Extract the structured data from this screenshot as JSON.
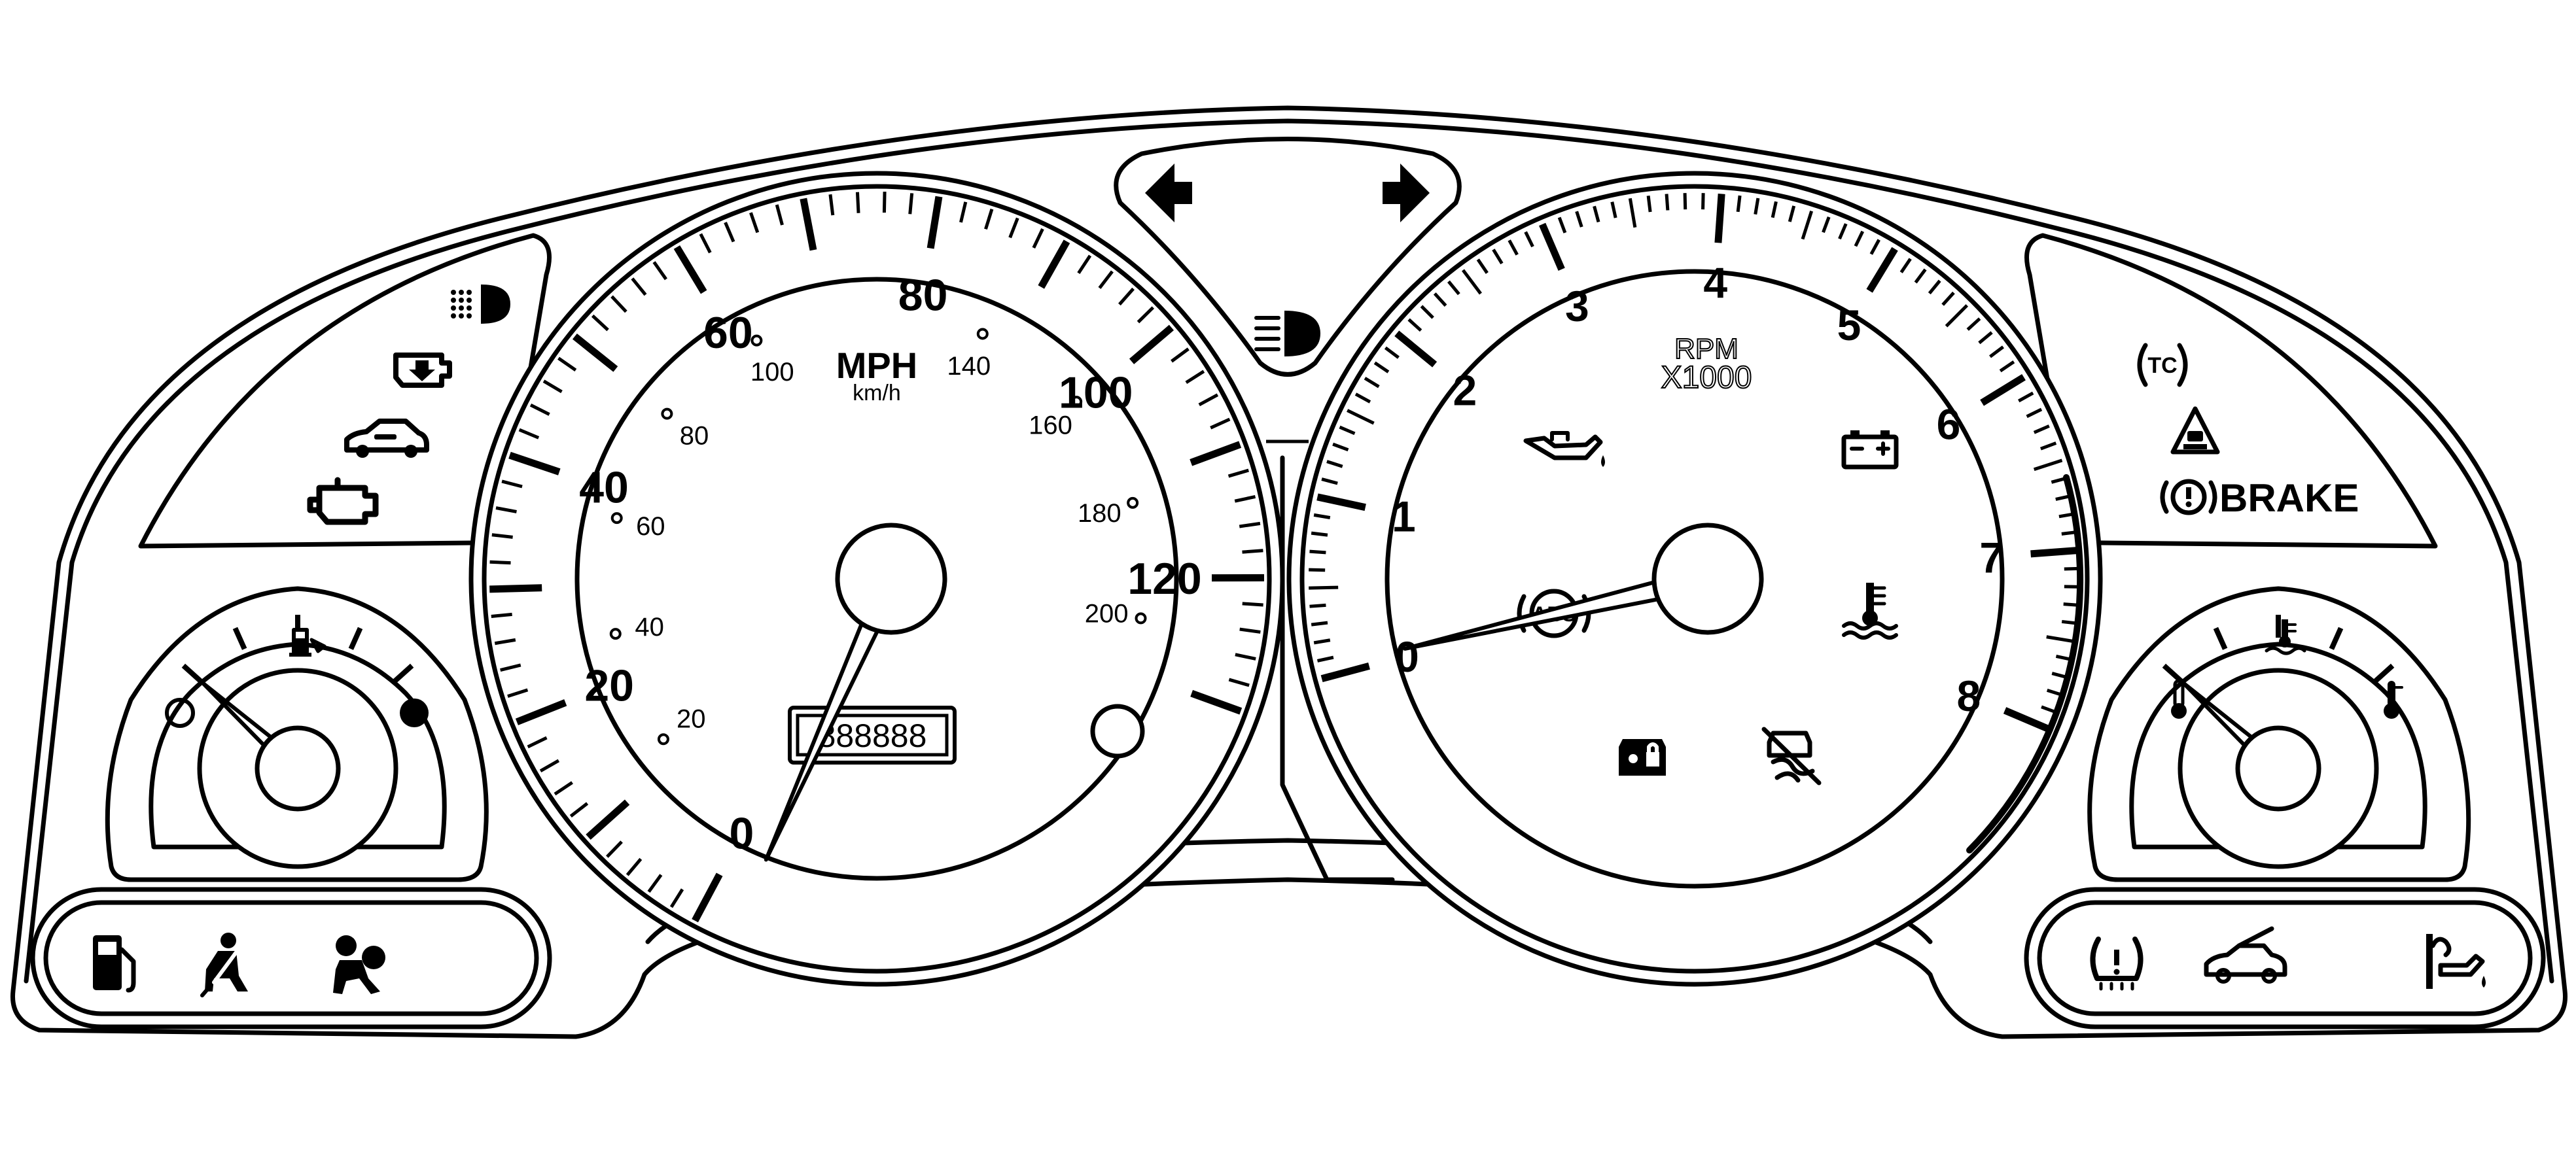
{
  "speedometer": {
    "unit_primary": "MPH",
    "unit_secondary": "km/h",
    "mph_labels": [
      "0",
      "20",
      "40",
      "60",
      "80",
      "100",
      "120"
    ],
    "kmh_labels": [
      "20",
      "40",
      "60",
      "80",
      "100",
      "140",
      "160",
      "180",
      "200"
    ],
    "odometer": "888888",
    "mph_max": 130,
    "needle_mph": 0
  },
  "tachometer": {
    "title": "RPM",
    "multiplier": "X1000",
    "labels": [
      "0",
      "1",
      "2",
      "3",
      "4",
      "5",
      "6",
      "7",
      "8"
    ],
    "abs_label": "ABS",
    "redline_start": 7,
    "max": 8,
    "needle_rpm": 0
  },
  "fuel_gauge": {
    "needle_level": 0.0
  },
  "temp_gauge": {
    "needle_level": 0.0
  },
  "brake_label": "BRAKE",
  "traction_label": "TC",
  "icons": {
    "top_left": [
      "fog-light-icon",
      "check-engine-down-icon",
      "service-vehicle-icon",
      "engine-icon"
    ],
    "top_center": [
      "turn-left-arrow-icon",
      "turn-right-arrow-icon",
      "high-beam-icon"
    ],
    "top_right": [
      "traction-control-icon",
      "security-icon",
      "brake-warning-icon"
    ],
    "bottom_left": [
      "low-fuel-icon",
      "seatbelt-icon",
      "airbag-icon"
    ],
    "bottom_right": [
      "tire-pressure-icon",
      "door-ajar-icon",
      "oil-change-icon"
    ],
    "tach_face": [
      "oil-pressure-icon",
      "battery-icon",
      "abs-icon",
      "coolant-temp-icon",
      "cruise-lock-icon",
      "stability-icon"
    ]
  },
  "colors": {
    "line": "#000000",
    "background": "#ffffff"
  }
}
